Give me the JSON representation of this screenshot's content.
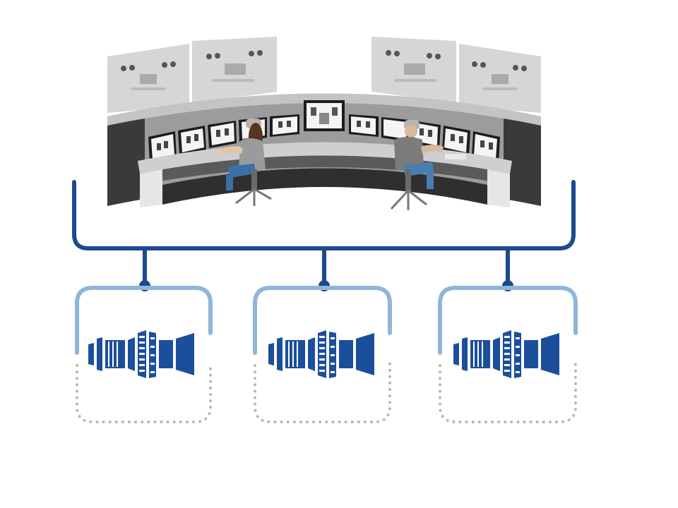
{
  "colors": {
    "bus_dark": "#1b4a91",
    "bus_light": "#8fb6da",
    "turbine": "#1c4f9b",
    "dots": "#b7b7b7",
    "panel_light": "#d7d7d7",
    "panel_mid": "#a8a8a8",
    "panel_dark": "#353535",
    "screen_bg": "#ffffff"
  },
  "diagram": {
    "top_node": "control-room",
    "units": [
      {
        "id": "unit-1",
        "icon": "gas-turbine-icon"
      },
      {
        "id": "unit-2",
        "icon": "gas-turbine-icon"
      },
      {
        "id": "unit-3",
        "icon": "gas-turbine-icon"
      }
    ]
  }
}
